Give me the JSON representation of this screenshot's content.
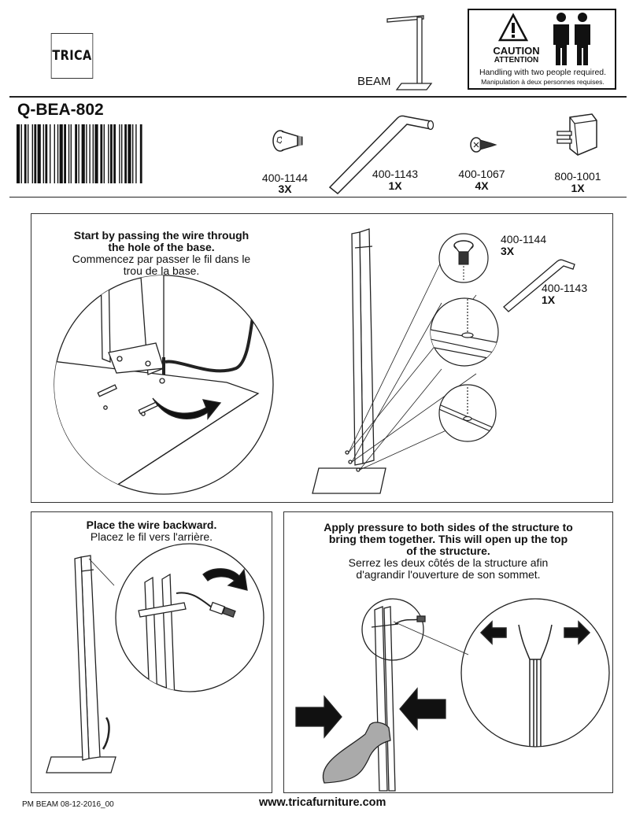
{
  "header": {
    "logo_text": "TRICA",
    "beam_label": "BEAM",
    "caution": {
      "title": "CAUTION",
      "subtitle": "ATTENTION",
      "text_en": "Handling with two people required.",
      "text_fr": "Manipulation à deux personnes requises."
    }
  },
  "product": {
    "code": "Q-BEA-802"
  },
  "parts": [
    {
      "number": "400-1144",
      "qty": "3X",
      "icon": "screw-icon"
    },
    {
      "number": "400-1143",
      "qty": "1X",
      "icon": "allen-key-icon"
    },
    {
      "number": "400-1067",
      "qty": "4X",
      "icon": "small-screw-icon"
    },
    {
      "number": "800-1001",
      "qty": "1X",
      "icon": "power-adapter-icon"
    }
  ],
  "step1": {
    "bold": "Start by passing the wire through the hole of the base.",
    "bold_line1": "Start by passing the wire through",
    "bold_line2": "the hole of the base.",
    "fr_line1": "Commencez par passer le fil dans le",
    "fr_line2": "trou de la base.",
    "callout_parts": [
      {
        "number": "400-1144",
        "qty": "3X"
      },
      {
        "number": "400-1143",
        "qty": "1X"
      }
    ]
  },
  "step2": {
    "bold": "Place the wire backward.",
    "fr": "Placez le fil vers l'arrière."
  },
  "step3": {
    "bold_line1": "Apply pressure to both sides of the structure to",
    "bold_line2": "bring them together. This will open up the top",
    "bold_line3": "of the structure.",
    "fr_line1": "Serrez les deux côtés de la structure afin",
    "fr_line2": "d'agrandir l'ouverture de son sommet."
  },
  "footer": {
    "doc_ref": "PM BEAM 08-12-2016_00",
    "url": "www.tricafurniture.com"
  }
}
